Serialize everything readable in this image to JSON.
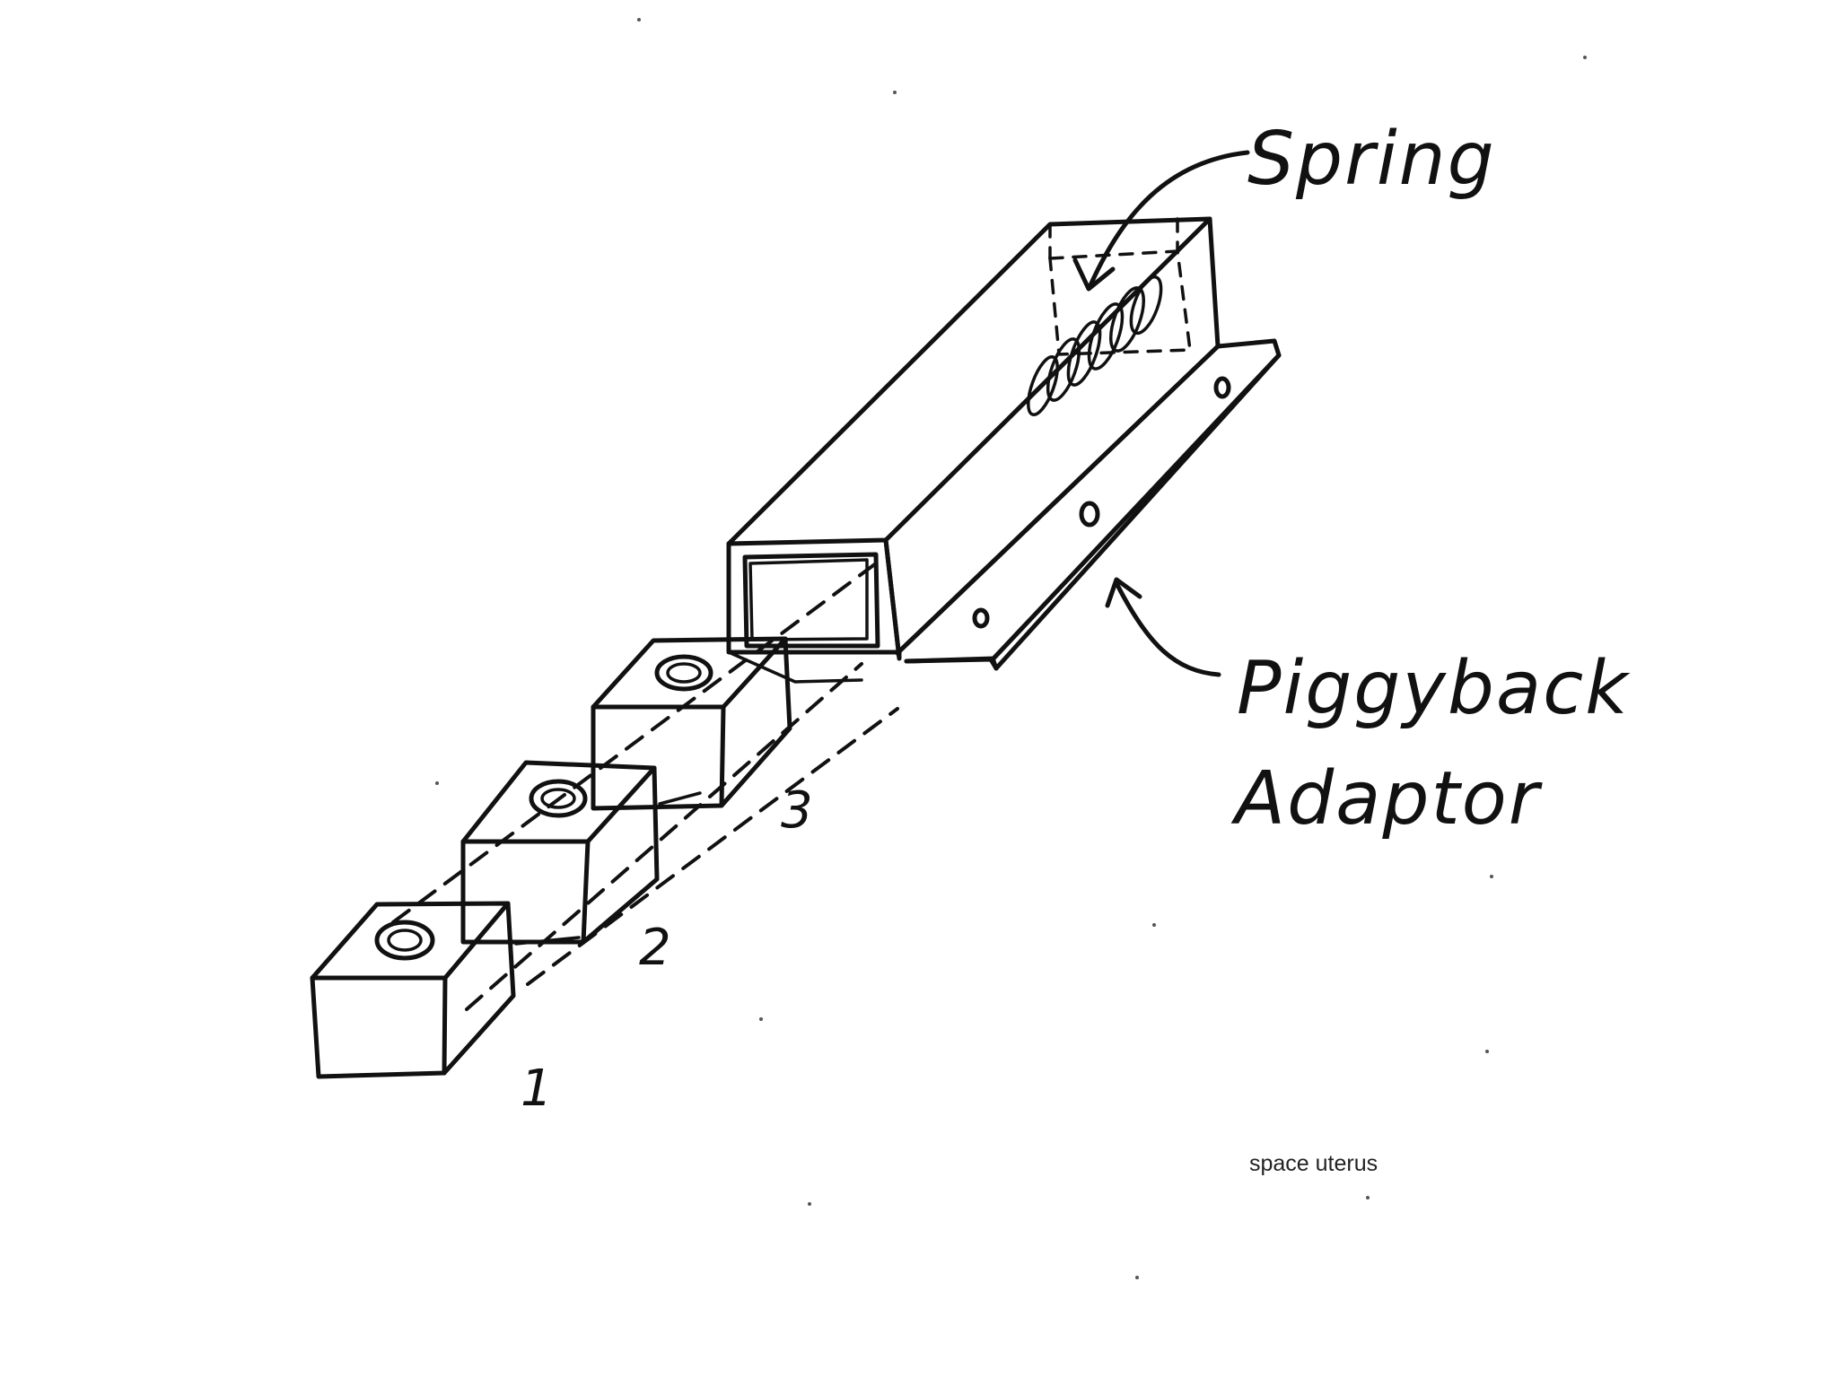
{
  "labels": {
    "spring": "Spring",
    "piggyback_line1": "Piggyback",
    "piggyback_line2": "Adaptor"
  },
  "blocks": [
    {
      "number": "1"
    },
    {
      "number": "2"
    },
    {
      "number": "3"
    }
  ],
  "credit": "space uterus",
  "colors": {
    "ink": "#111111",
    "background": "#ffffff"
  }
}
